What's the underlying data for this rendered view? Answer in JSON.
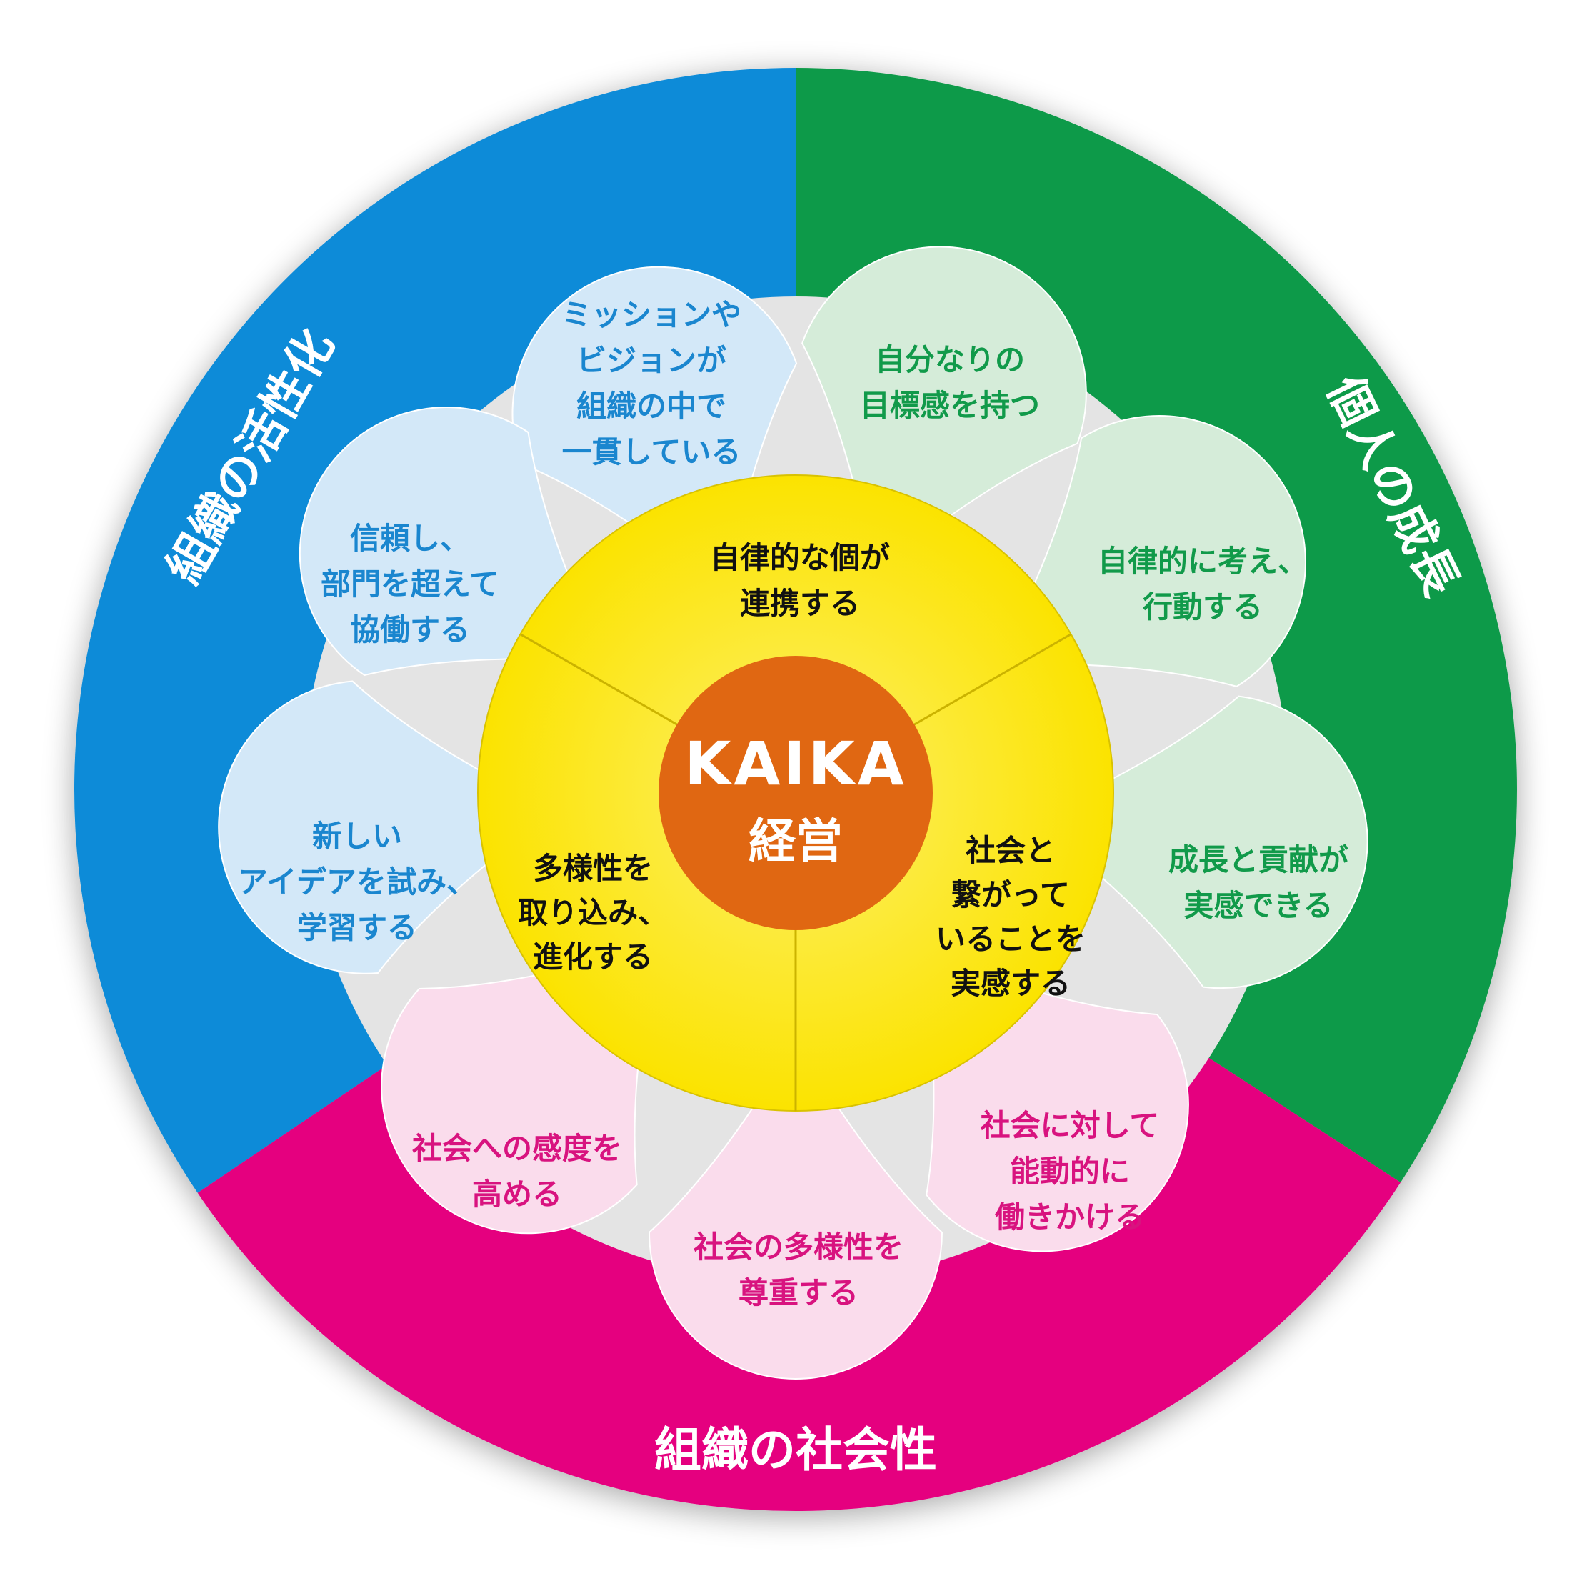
{
  "colors": {
    "blue": "#0a8bd8",
    "green": "#0e9a48",
    "magenta": "#e5007f",
    "blue_petal": "#d3e8f8",
    "green_petal": "#d5ecd9",
    "pink_petal": "#fadcec",
    "blue_text": "#1a86cf",
    "green_text": "#119a4a",
    "pink_text": "#d8137f",
    "yellow": "#fbe500",
    "orange": "#e06712"
  },
  "center": {
    "logo": "KAIKA",
    "label": "経営"
  },
  "ring_labels": {
    "top_left": "組織の活性化",
    "right": "個人の成長",
    "bottom": "組織の社会性"
  },
  "core": {
    "top": [
      "自律的な個が",
      "連携する"
    ],
    "left": [
      "多様性を",
      "取り込み、",
      "進化する"
    ],
    "right": [
      "社会と",
      "繋がって",
      "いることを",
      "実感する"
    ]
  },
  "petals": {
    "mission": [
      "ミッションや",
      "ビジョンが",
      "組織の中で",
      "一貫している"
    ],
    "trust": [
      "信頼し、",
      "部門を超えて",
      "協働する"
    ],
    "learn": [
      "新しい",
      "アイデアを試み、",
      "学習する"
    ],
    "goal": [
      "自分なりの",
      "目標感を持つ"
    ],
    "think": [
      "自律的に考え、",
      "行動する"
    ],
    "growth": [
      "成長と貢献が",
      "実感できる"
    ],
    "sensitivity": [
      "社会への感度を",
      "高める"
    ],
    "diversity": [
      "社会の多様性を",
      "尊重する"
    ],
    "proactive": [
      "社会に対して",
      "能動的に",
      "働きかける"
    ]
  }
}
